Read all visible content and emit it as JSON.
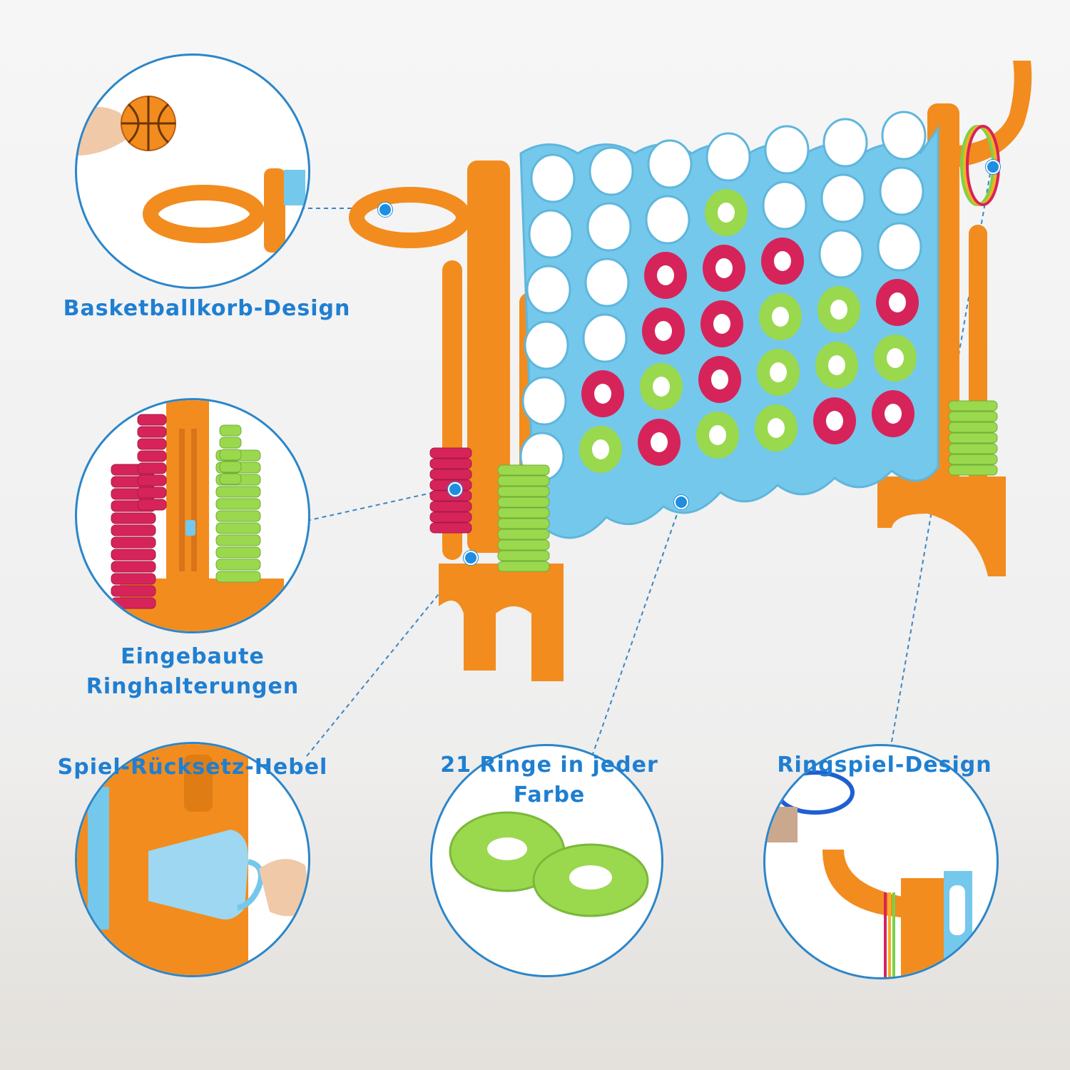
{
  "features": [
    {
      "id": "hoop",
      "label": "Basketballkorb-Design"
    },
    {
      "id": "holders",
      "label_line1": "Eingebaute",
      "label_line2": "Ringhalterungen"
    },
    {
      "id": "lever",
      "label": "Spiel-Rücksetz-Hebel"
    },
    {
      "id": "rings",
      "label_line1": "21 Ringe in jeder",
      "label_line2": "Farbe"
    },
    {
      "id": "ringtoss",
      "label": "Ringspiel-Design"
    }
  ],
  "colors": {
    "accent_blue": "#1f7fd1",
    "board_blue": "#74c8ec",
    "frame_orange": "#f28c1e",
    "ring_red": "#d6245a",
    "ring_green": "#9ad84e"
  },
  "icons": [
    "basketball-icon",
    "hand-icon",
    "ring-holder-icon",
    "release-lever-icon",
    "ring-disc-icon",
    "toss-ring-icon"
  ]
}
